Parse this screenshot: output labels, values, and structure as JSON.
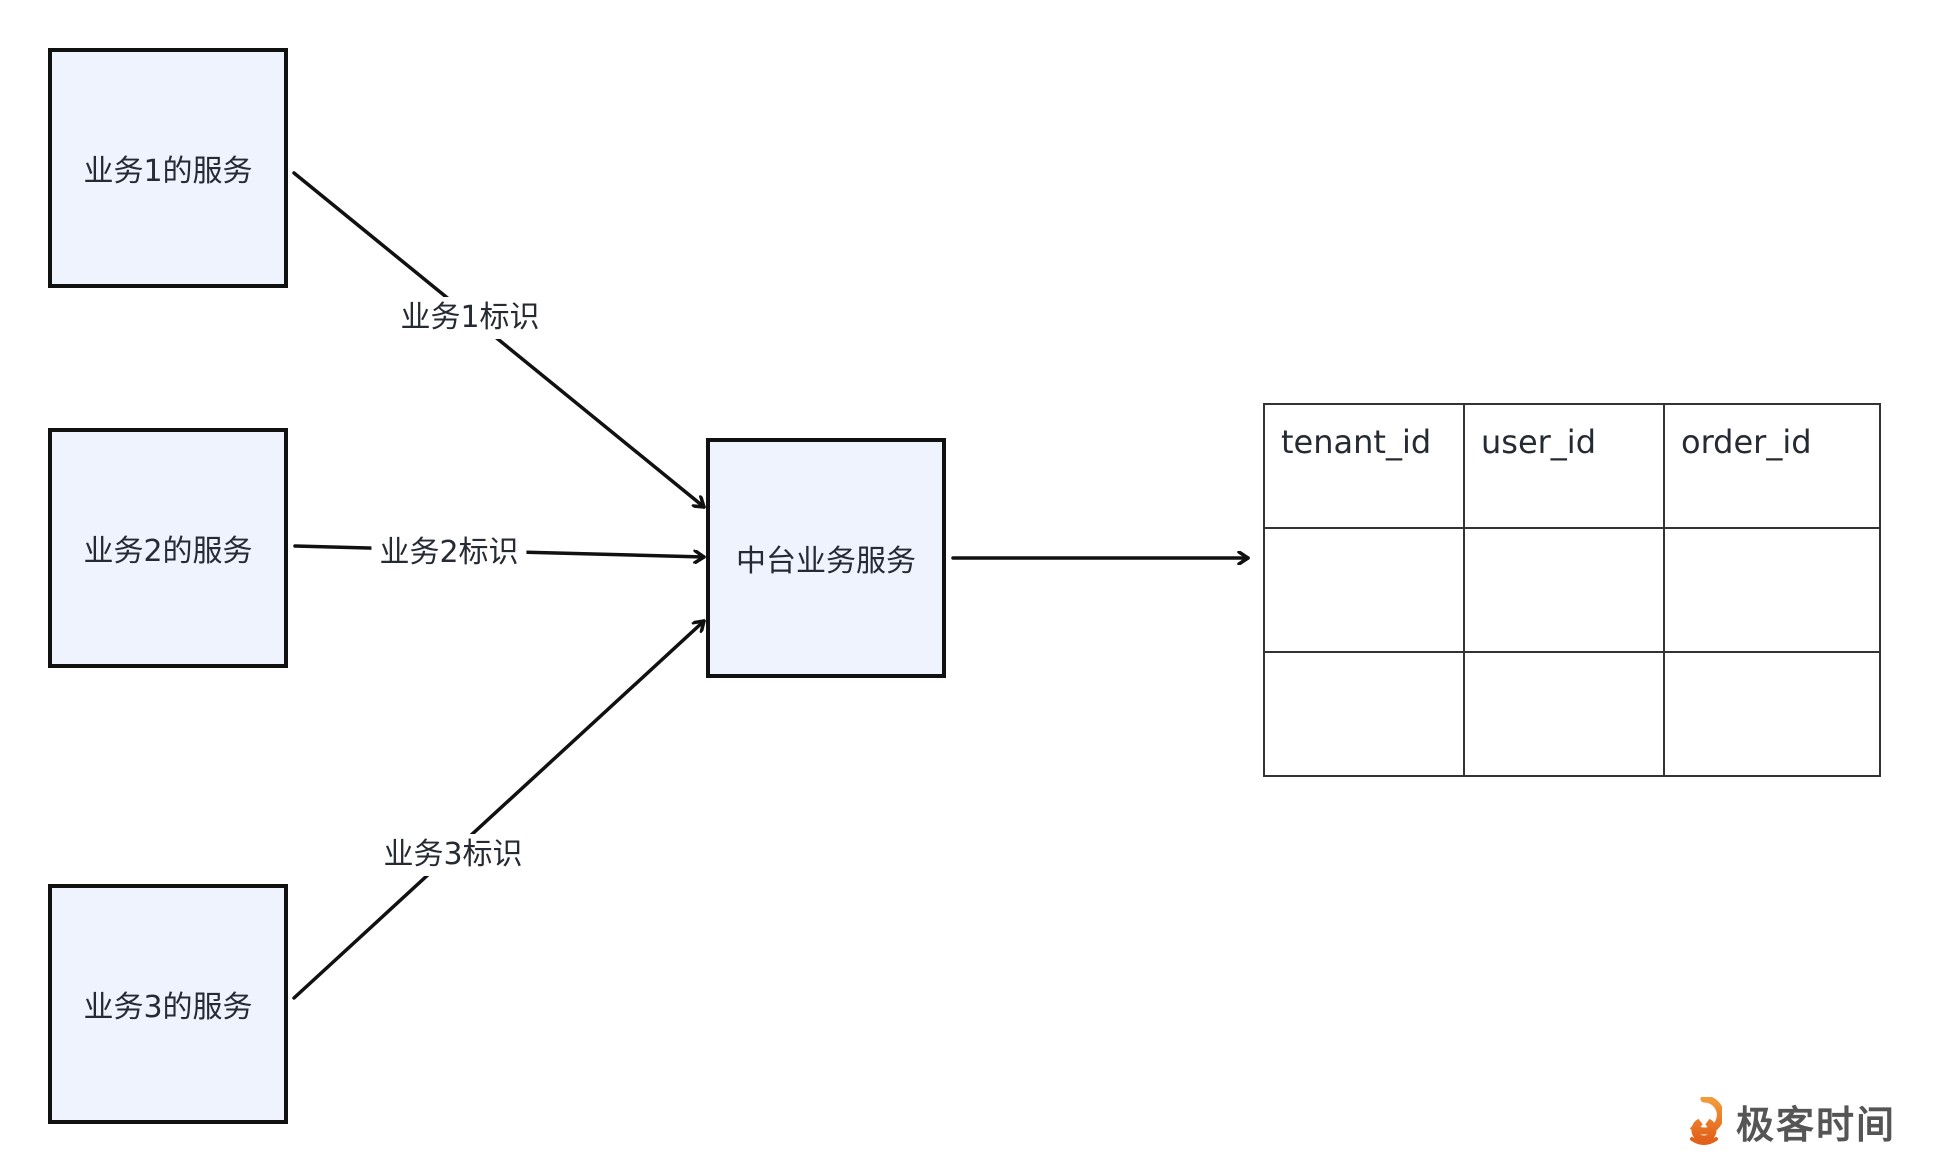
{
  "diagram": {
    "nodes": {
      "service1": "业务1的服务",
      "service2": "业务2的服务",
      "service3": "业务3的服务",
      "middle_platform": "中台业务服务"
    },
    "edge_labels": {
      "e1": "业务1标识",
      "e2": "业务2标识",
      "e3": "业务3标识"
    },
    "table": {
      "columns": [
        "tenant_id",
        "user_id",
        "order_id"
      ],
      "rows": [
        [
          "",
          "",
          ""
        ],
        [
          "",
          "",
          ""
        ]
      ]
    },
    "colors": {
      "node_fill": "#eef3fd",
      "stroke": "#111111",
      "text": "#262a33",
      "logo_orange": "#ee7a22"
    }
  },
  "watermark": {
    "icon": "geektime-logo-icon",
    "brand": "极客时间"
  }
}
